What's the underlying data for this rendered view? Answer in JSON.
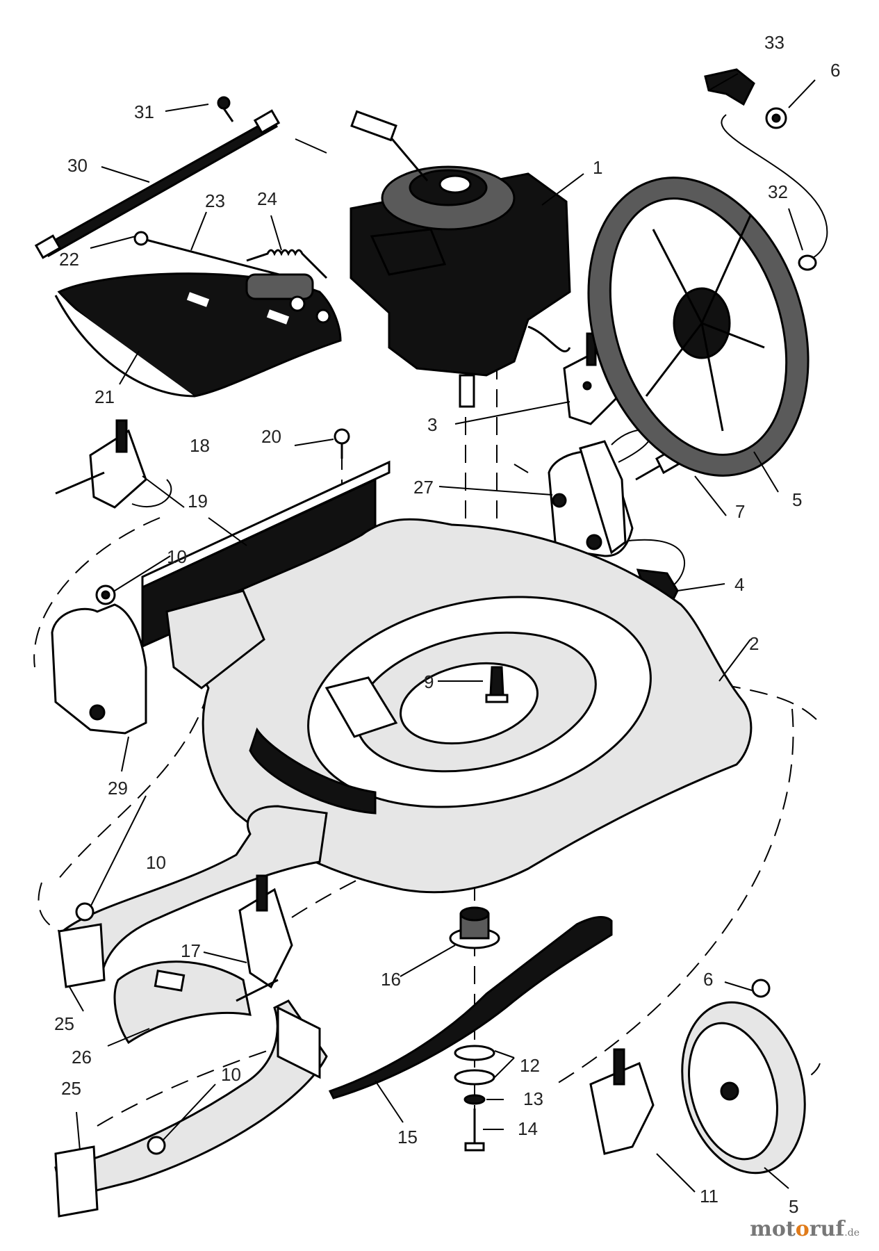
{
  "callouts": [
    {
      "id": "c1",
      "text": "1"
    },
    {
      "id": "c2",
      "text": "2"
    },
    {
      "id": "c3",
      "text": "3"
    },
    {
      "id": "c4",
      "text": "4"
    },
    {
      "id": "c5a",
      "text": "5"
    },
    {
      "id": "c5b",
      "text": "5"
    },
    {
      "id": "c6a",
      "text": "6"
    },
    {
      "id": "c6b",
      "text": "6"
    },
    {
      "id": "c7",
      "text": "7"
    },
    {
      "id": "c9",
      "text": "9"
    },
    {
      "id": "c10a",
      "text": "10"
    },
    {
      "id": "c10b",
      "text": "10"
    },
    {
      "id": "c10c",
      "text": "10"
    },
    {
      "id": "c11",
      "text": "11"
    },
    {
      "id": "c12",
      "text": "12"
    },
    {
      "id": "c13",
      "text": "13"
    },
    {
      "id": "c14",
      "text": "14"
    },
    {
      "id": "c15",
      "text": "15"
    },
    {
      "id": "c16",
      "text": "16"
    },
    {
      "id": "c17",
      "text": "17"
    },
    {
      "id": "c18",
      "text": "18"
    },
    {
      "id": "c19",
      "text": "19"
    },
    {
      "id": "c20",
      "text": "20"
    },
    {
      "id": "c21",
      "text": "21"
    },
    {
      "id": "c22",
      "text": "22"
    },
    {
      "id": "c23",
      "text": "23"
    },
    {
      "id": "c24",
      "text": "24"
    },
    {
      "id": "c25a",
      "text": "25"
    },
    {
      "id": "c25b",
      "text": "25"
    },
    {
      "id": "c26",
      "text": "26"
    },
    {
      "id": "c27",
      "text": "27"
    },
    {
      "id": "c29",
      "text": "29"
    },
    {
      "id": "c30",
      "text": "30"
    },
    {
      "id": "c31",
      "text": "31"
    },
    {
      "id": "c32",
      "text": "32"
    },
    {
      "id": "c33",
      "text": "33"
    }
  ],
  "watermark": {
    "brand_pre": "mot",
    "brand_o": "o",
    "brand_post": "ruf",
    "tld": ".de"
  }
}
